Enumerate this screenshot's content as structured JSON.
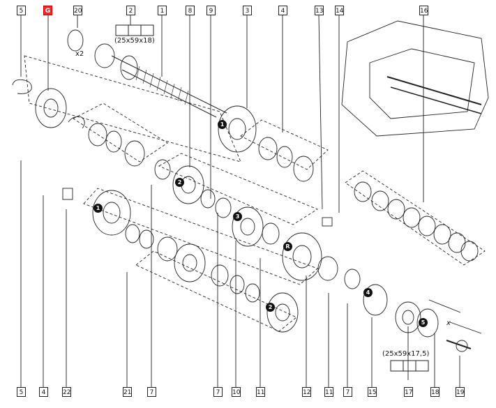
{
  "top_callouts": [
    "5",
    "G",
    "20",
    "2",
    "1",
    "8",
    "9",
    "3",
    "4",
    "13",
    "14",
    "16"
  ],
  "bottom_callouts": [
    "5",
    "4",
    "22",
    "21",
    "7",
    "7",
    "10",
    "11",
    "12",
    "11",
    "7",
    "15",
    "17",
    "18",
    "19"
  ],
  "bearing_specs": {
    "top": "(25x59x18)",
    "bottom": "(25x59x17,5)"
  },
  "quantity_label": "x2",
  "gear_markers": [
    "1",
    "2",
    "3",
    "4",
    "5",
    "R",
    "1",
    "2"
  ],
  "dimension_label": "x",
  "accent_color": "#e3302b"
}
